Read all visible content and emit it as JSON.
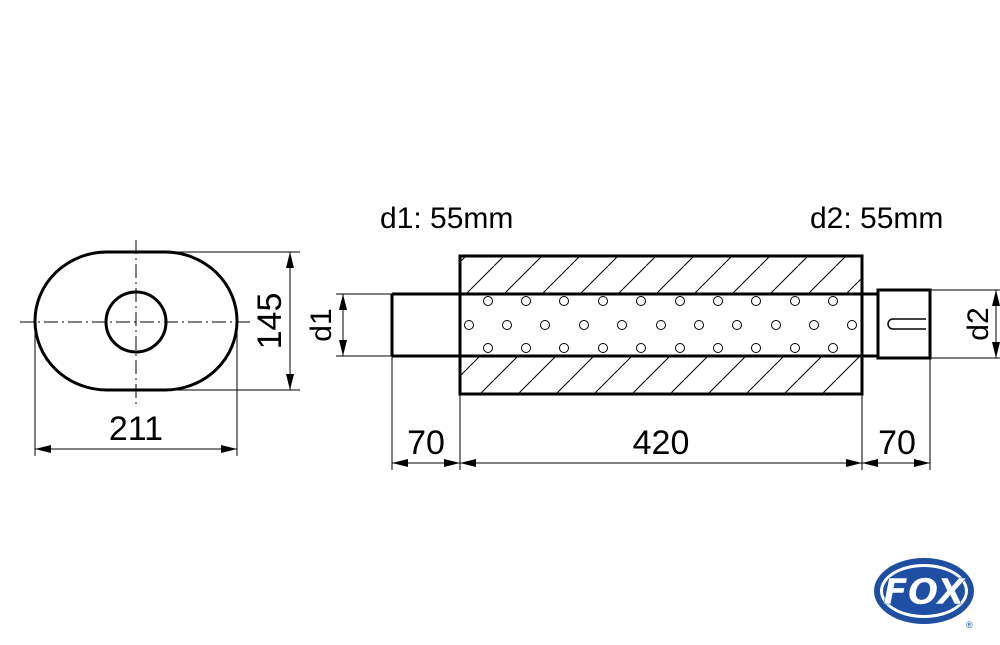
{
  "labels": {
    "d1_spec": "d1: 55mm",
    "d2_spec": "d2: 55mm",
    "d1_side": "d1",
    "d2_side": "d2"
  },
  "dimensions": {
    "oval_width": "211",
    "oval_height": "145",
    "inlet_length": "70",
    "body_length": "420",
    "outlet_length": "70"
  },
  "logo": {
    "text": "FOX",
    "registered": "®",
    "color": "#1f4fa3"
  }
}
